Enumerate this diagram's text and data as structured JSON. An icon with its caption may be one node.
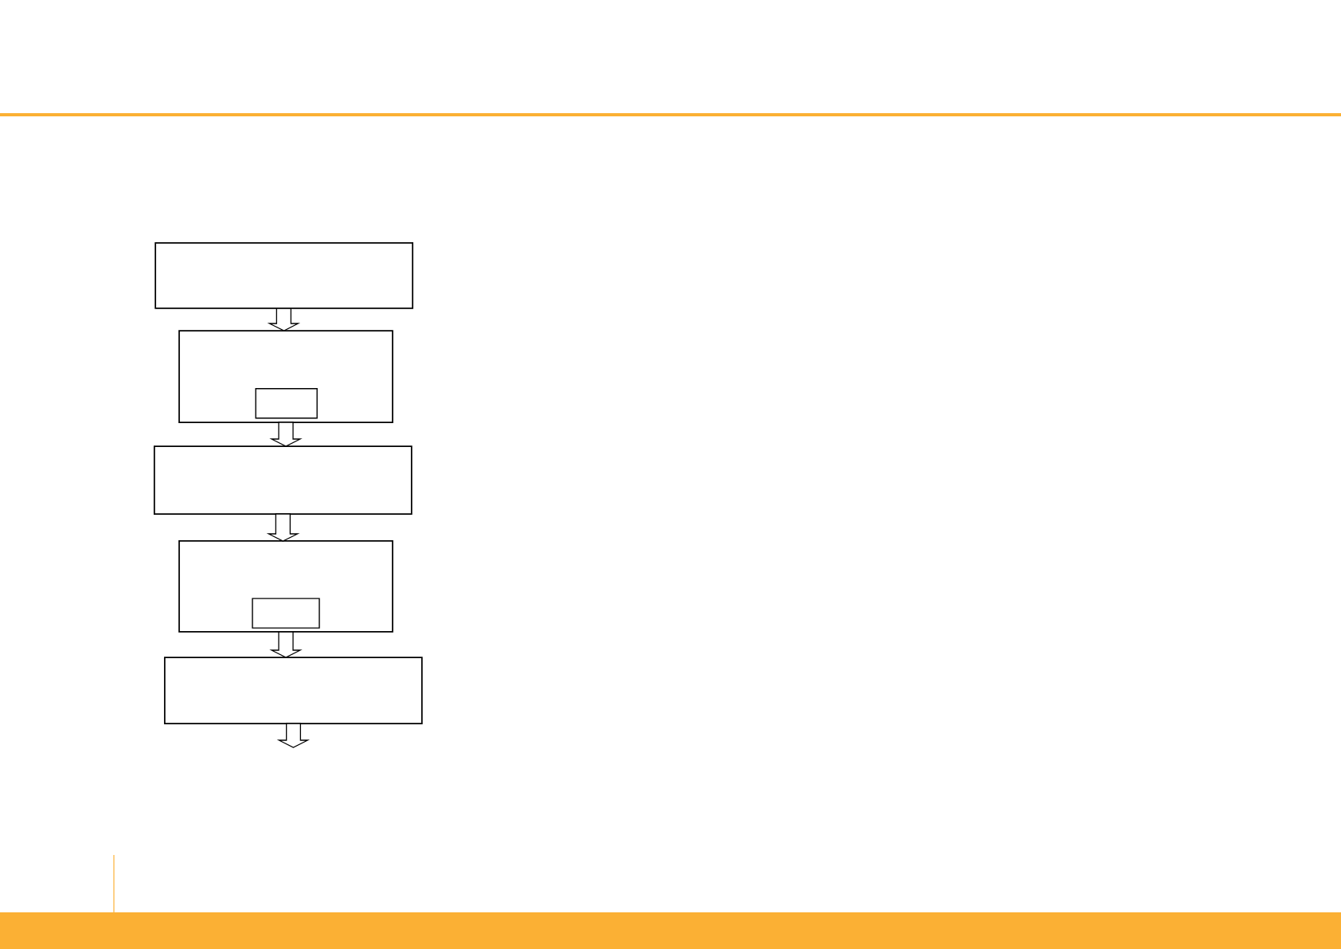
{
  "diagram": {
    "nodes": [
      {
        "text": [],
        "shape": "box"
      },
      {
        "text": [],
        "shape": "box"
      },
      {
        "text": [],
        "shape": "box",
        "in": 1
      },
      {
        "text": [],
        "shape": "box"
      },
      {
        "text": [],
        "shape": "box"
      },
      {
        "text": [],
        "shape": "box",
        "in": 4
      },
      {
        "text": [],
        "shape": "box"
      }
    ],
    "edges": [
      {
        "from": 0,
        "to": 1,
        "arrow": "to"
      },
      {
        "from": 1,
        "to": 3,
        "arrow": "to"
      },
      {
        "from": 3,
        "to": 4,
        "arrow": "to"
      },
      {
        "from": 4,
        "to": 6,
        "arrow": "to"
      },
      {
        "from": 6,
        "to": null,
        "arrow": "to"
      }
    ]
  }
}
